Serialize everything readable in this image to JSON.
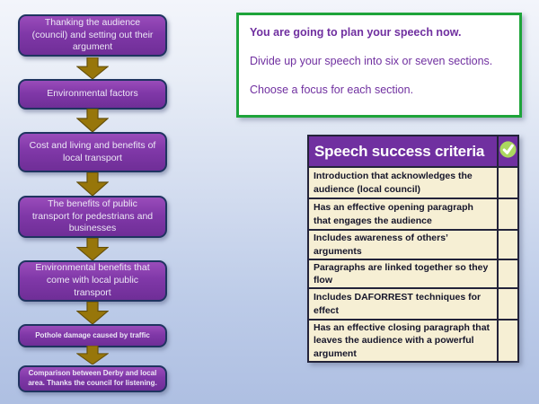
{
  "flowchart": {
    "box_fill": "#7c35a2",
    "box_border": "#1f3460",
    "arrow_color": "#97760a",
    "text_color": "#ede8f6",
    "steps": [
      "Thanking the audience (council) and setting out their argument",
      "Environmental factors",
      "Cost and living and benefits of local transport",
      "The benefits of public transport for pedestrians and businesses",
      "Environmental benefits that come with local public transport",
      "Pothole damage caused by traffic",
      "Comparison between Derby and local area. Thanks the council for listening."
    ]
  },
  "instructions": {
    "border_color": "#1ea43a",
    "text_color": "#7030a0",
    "lines": [
      "You are going to plan your speech now.",
      "Divide up your speech into six or seven sections.",
      "Choose a focus for each section."
    ]
  },
  "criteria_table": {
    "title": "Speech success criteria",
    "header_bg": "#7030a0",
    "header_text_color": "#ffffff",
    "cell_bg": "#f6efd4",
    "check_icon": "green-circle-checkmark",
    "rows": [
      "Introduction that acknowledges the audience (local council)",
      "Has an effective opening paragraph that engages the audience",
      "Includes awareness of others’ arguments",
      "Paragraphs are linked together so they flow",
      "Includes DAFORREST techniques for effect",
      "Has an effective closing paragraph that leaves the audience with a powerful argument"
    ]
  }
}
